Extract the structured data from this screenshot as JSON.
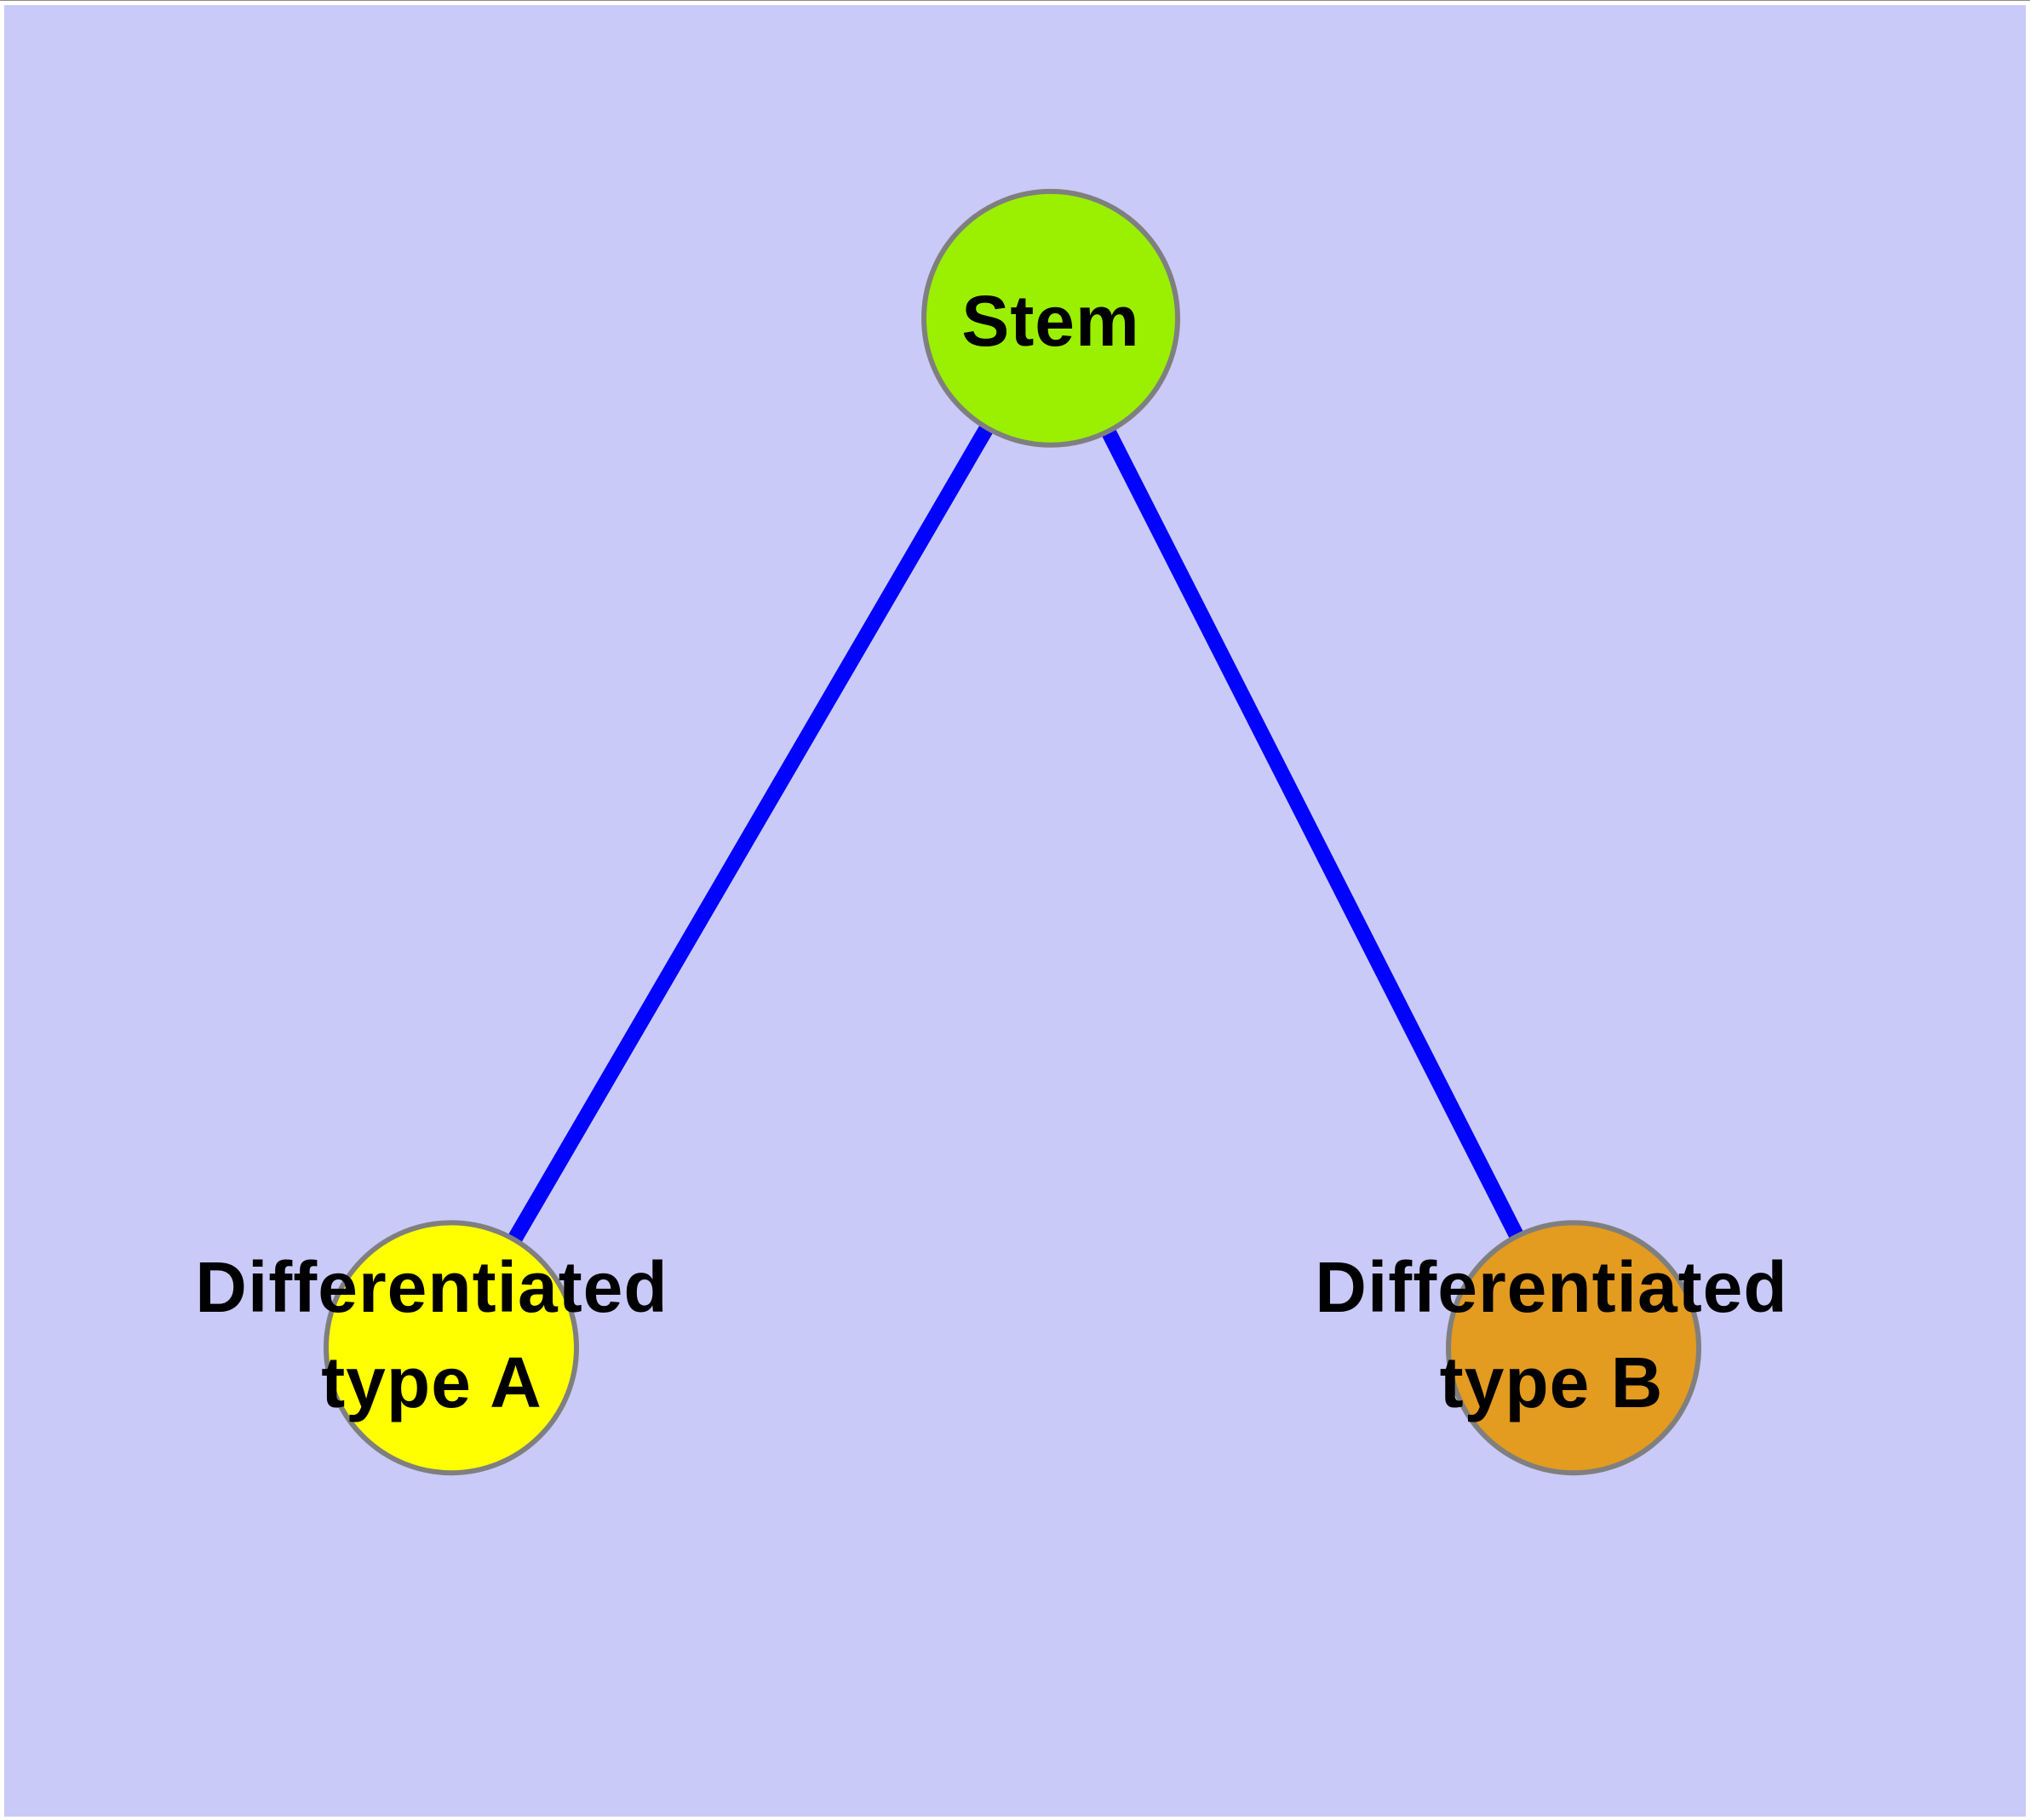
{
  "diagram": {
    "type": "graph",
    "description": "Cell differentiation hierarchy: stem node with two differentiated daughter types",
    "background_color": "#cacaf8",
    "page_margin_color": "#ffffff",
    "edge_color": "#0202ff",
    "node_border_color": "#7f7f7f",
    "label_color": "#000000",
    "nodes": [
      {
        "id": "stem",
        "label": "Stem",
        "color": "#9af000"
      },
      {
        "id": "differentiated-type-a",
        "label": "Differentiated type A",
        "label_line1": "Differentiated",
        "label_line2": "type A",
        "color": "#ffff00"
      },
      {
        "id": "differentiated-type-b",
        "label": "Differentiated type B",
        "label_line1": "Differentiated",
        "label_line2": "type B",
        "color": "#e39b20"
      }
    ],
    "edges": [
      {
        "from": "Stem",
        "to": "Differentiated type A"
      },
      {
        "from": "Stem",
        "to": "Differentiated type B"
      }
    ]
  }
}
